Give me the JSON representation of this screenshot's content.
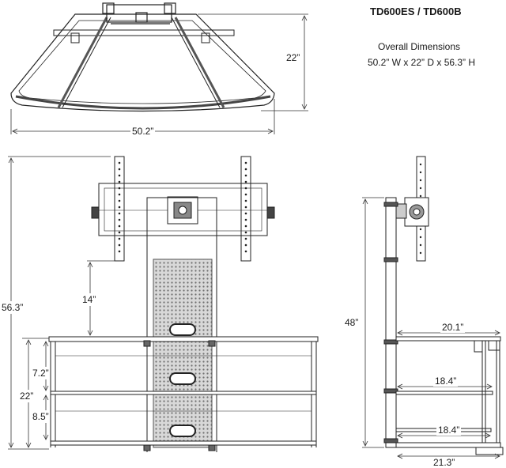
{
  "title": {
    "model": "TD600ES / TD600B",
    "heading": "Overall Dimensions",
    "overall": "50.2” W x 22” D x 56.3” H"
  },
  "top_view": {
    "width": "50.2”",
    "depth": "22”"
  },
  "front_view": {
    "total_height": "56.3”",
    "gap": "14”",
    "stand_height": "22”",
    "shelf_upper": "7.2”",
    "shelf_lower": "8.5”"
  },
  "side_view": {
    "height": "48”",
    "top_depth": "20.1”",
    "shelf_mid": "18.4”",
    "shelf_bottom": "18.4”",
    "base_depth": "21.3”"
  }
}
